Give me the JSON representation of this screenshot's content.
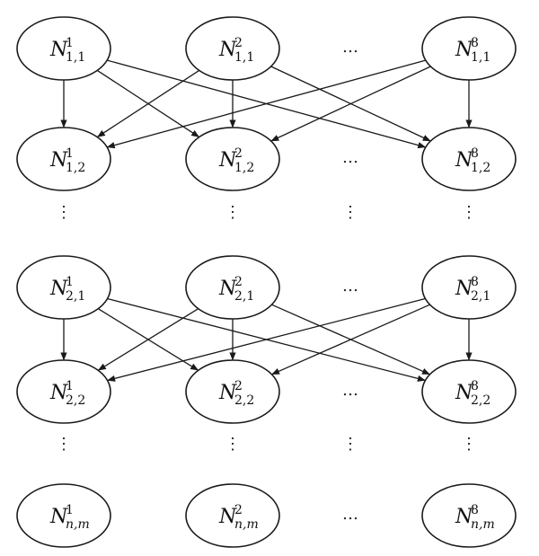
{
  "symbols": {
    "base": "N",
    "hdots": "…",
    "vdots": "⋮"
  },
  "nodes": {
    "r0": {
      "sub": "1,1",
      "sups": [
        "1",
        "2",
        "8"
      ]
    },
    "r1": {
      "sub": "1,2",
      "sups": [
        "1",
        "2",
        "8"
      ]
    },
    "r2": {
      "sub": "2,1",
      "sups": [
        "1",
        "2",
        "8"
      ]
    },
    "r3": {
      "sub": "2,2",
      "sups": [
        "1",
        "2",
        "8"
      ]
    },
    "r4": {
      "sub": "n,m",
      "sups": [
        "1",
        "2",
        "8"
      ]
    }
  },
  "edges": [
    {
      "from": [
        "r0",
        0
      ],
      "to": [
        "r1",
        0
      ]
    },
    {
      "from": [
        "r0",
        0
      ],
      "to": [
        "r1",
        1
      ]
    },
    {
      "from": [
        "r0",
        0
      ],
      "to": [
        "r1",
        2
      ]
    },
    {
      "from": [
        "r0",
        1
      ],
      "to": [
        "r1",
        0
      ]
    },
    {
      "from": [
        "r0",
        1
      ],
      "to": [
        "r1",
        1
      ]
    },
    {
      "from": [
        "r0",
        1
      ],
      "to": [
        "r1",
        2
      ]
    },
    {
      "from": [
        "r0",
        2
      ],
      "to": [
        "r1",
        0
      ]
    },
    {
      "from": [
        "r0",
        2
      ],
      "to": [
        "r1",
        1
      ]
    },
    {
      "from": [
        "r0",
        2
      ],
      "to": [
        "r1",
        2
      ]
    },
    {
      "from": [
        "r2",
        0
      ],
      "to": [
        "r3",
        0
      ]
    },
    {
      "from": [
        "r2",
        0
      ],
      "to": [
        "r3",
        1
      ]
    },
    {
      "from": [
        "r2",
        0
      ],
      "to": [
        "r3",
        2
      ]
    },
    {
      "from": [
        "r2",
        1
      ],
      "to": [
        "r3",
        0
      ]
    },
    {
      "from": [
        "r2",
        1
      ],
      "to": [
        "r3",
        1
      ]
    },
    {
      "from": [
        "r2",
        1
      ],
      "to": [
        "r3",
        2
      ]
    },
    {
      "from": [
        "r2",
        2
      ],
      "to": [
        "r3",
        0
      ]
    },
    {
      "from": [
        "r2",
        2
      ],
      "to": [
        "r3",
        1
      ]
    },
    {
      "from": [
        "r2",
        2
      ],
      "to": [
        "r3",
        2
      ]
    }
  ]
}
